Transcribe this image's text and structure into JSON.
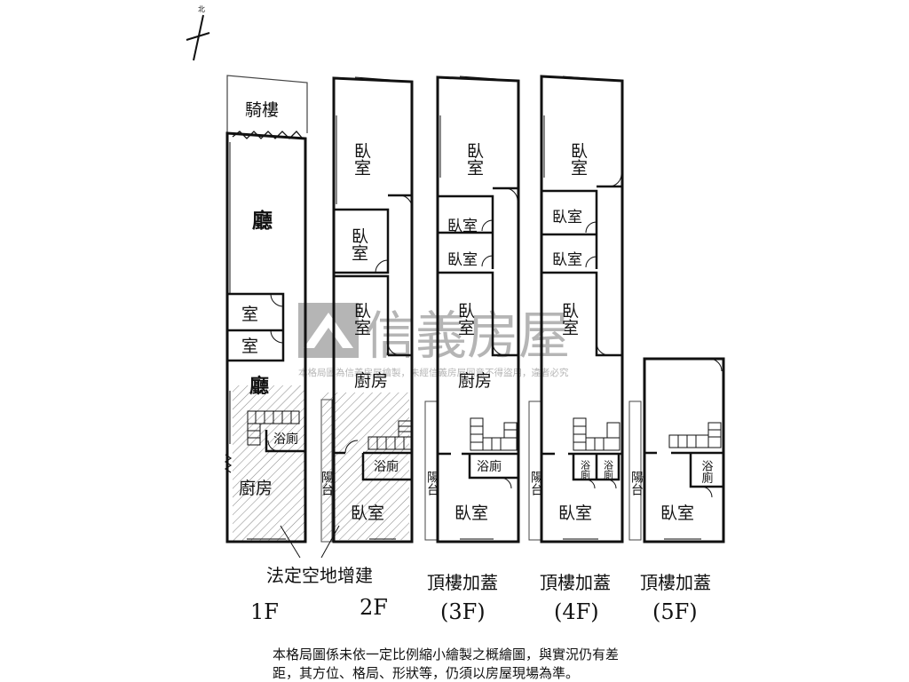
{
  "north_label": "北",
  "watermark": {
    "brand": "信義房屋",
    "notice": "本格局圖為信義房屋繪製，未經信義房屋同意不得盜用，違者必究"
  },
  "annex_label": "法定空地增建",
  "floors": [
    {
      "id": "1F",
      "caption": "1F",
      "rooms": [
        "騎樓",
        "廳",
        "室",
        "室",
        "廳",
        "浴廁",
        "廚房"
      ]
    },
    {
      "id": "2F",
      "caption": "2F",
      "rooms": [
        "臥室",
        "臥室",
        "臥室",
        "廚房",
        "陽台",
        "浴廁",
        "臥室"
      ]
    },
    {
      "id": "3F",
      "caption": "(3F)",
      "header": "頂樓加蓋",
      "rooms": [
        "臥室",
        "臥室",
        "臥室",
        "臥室",
        "廚房",
        "陽台",
        "浴廁",
        "臥室"
      ]
    },
    {
      "id": "4F",
      "caption": "(4F)",
      "header": "頂樓加蓋",
      "rooms": [
        "臥室",
        "臥室",
        "臥室",
        "臥室",
        "陽台",
        "浴廁",
        "浴廁",
        "臥室"
      ]
    },
    {
      "id": "5F",
      "caption": "(5F)",
      "header": "頂樓加蓋",
      "rooms": [
        "陽台",
        "浴廁",
        "臥室"
      ]
    }
  ],
  "disclaimer": {
    "line1": "本格局圖係未依一定比例縮小繪製之概繪圖，與實況仍有差",
    "line2": "距，其方位、格局、形狀等，仍須以房屋現場為準。"
  }
}
